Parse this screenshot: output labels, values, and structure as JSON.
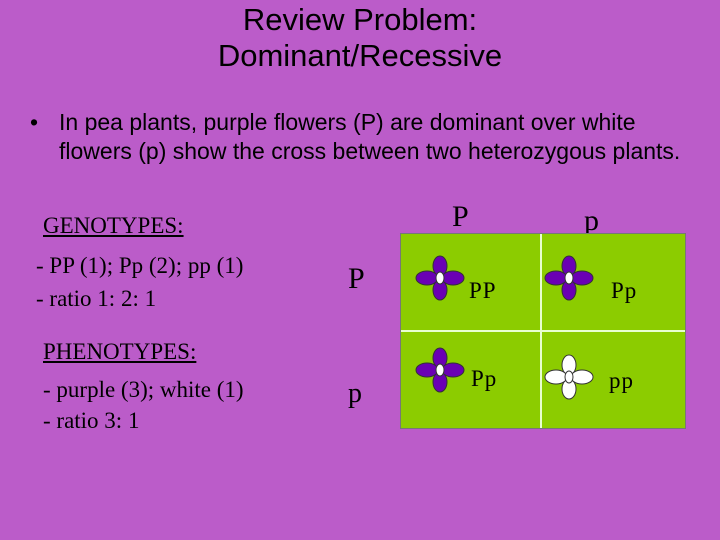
{
  "title": {
    "line1": "Review Problem:",
    "line2": "Dominant/Recessive"
  },
  "bullet": {
    "marker": "•",
    "text": "In pea plants, purple flowers (P) are dominant over white flowers (p) show the cross between two heterozygous plants."
  },
  "genotypes": {
    "label": "GENOTYPES:",
    "line1": "- PP (1); Pp (2); pp (1)",
    "line2": "- ratio  1: 2: 1"
  },
  "phenotypes": {
    "label": "PHENOTYPES:",
    "line1": "- purple (3); white (1)",
    "line2": "- ratio  3: 1"
  },
  "punnett": {
    "col_headers": [
      "P",
      "p"
    ],
    "row_headers": [
      "P",
      "p"
    ],
    "cells": [
      {
        "genotype": "PP",
        "flower": "purple-flower-icon",
        "color": "#6a00b4"
      },
      {
        "genotype": "Pp",
        "flower": "purple-flower-icon",
        "color": "#6a00b4"
      },
      {
        "genotype": "Pp",
        "flower": "purple-flower-icon",
        "color": "#6a00b4"
      },
      {
        "genotype": "pp",
        "flower": "white-flower-icon",
        "color": "#ffffff"
      }
    ],
    "grid_color": "#8ccc00"
  }
}
